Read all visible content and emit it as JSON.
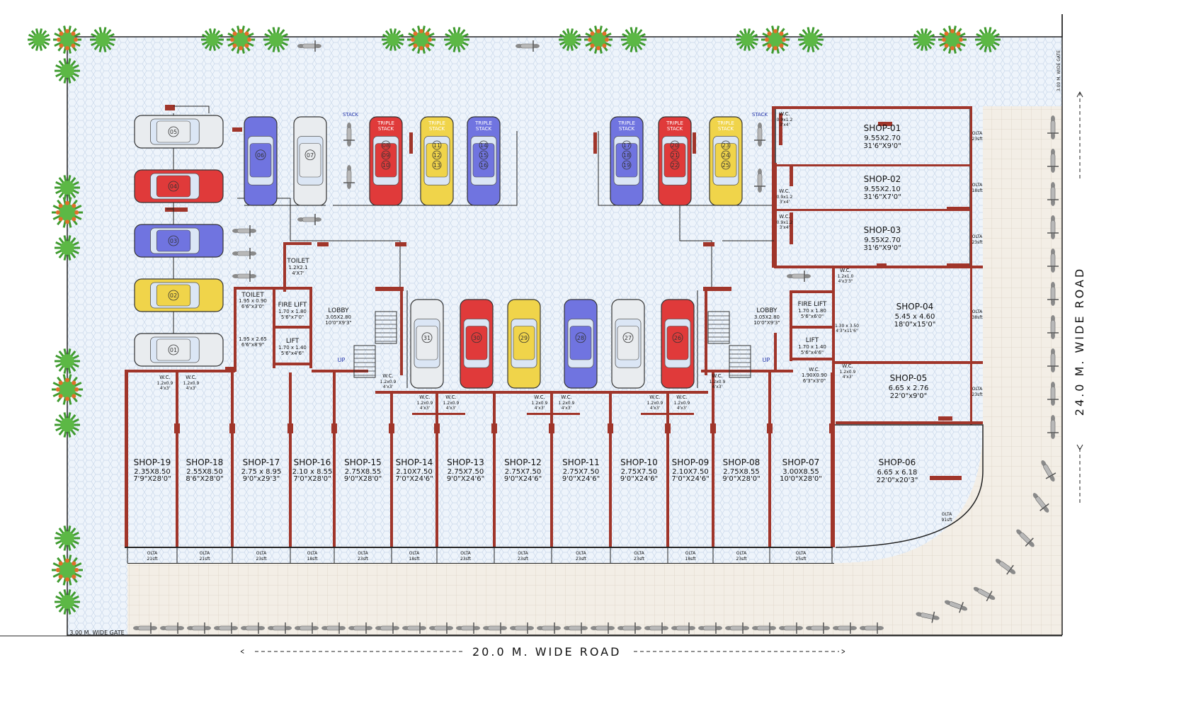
{
  "roads": {
    "bottom": "20.0 M. WIDE ROAD",
    "right": "24.0 M. WIDE ROAD",
    "gate_top": "3.00 M. WIDE GATE",
    "gate_bottom": "3.00 M. WIDE GATE"
  },
  "shops_top": [
    {
      "name": "SHOP-01",
      "dim": "9.55X2.70",
      "ft": "31'6\"X9'0\""
    },
    {
      "name": "SHOP-02",
      "dim": "9.55X2.10",
      "ft": "31'6\"X7'0\""
    },
    {
      "name": "SHOP-03",
      "dim": "9.55X2.70",
      "ft": "31'6\"X9'0\""
    },
    {
      "name": "SHOP-04",
      "dim": "5.45 x 4.60",
      "ft": "18'0\"x15'0\""
    },
    {
      "name": "SHOP-05",
      "dim": "6.65 x 2.76",
      "ft": "22'0\"x9'0\""
    },
    {
      "name": "SHOP-06",
      "dim": "6.65 x 6.18",
      "ft": "22'0\"x20'3\""
    }
  ],
  "shops_bottom": [
    {
      "name": "SHOP-19",
      "dim": "2.35X8.50",
      "ft": "7'9\"X28'0\"",
      "olta": "21sft"
    },
    {
      "name": "SHOP-18",
      "dim": "2.55X8.50",
      "ft": "8'6\"X28'0\"",
      "olta": "21sft"
    },
    {
      "name": "SHOP-17",
      "dim": "2.75 x 8.95",
      "ft": "9'0\"x29'3\"",
      "olta": "23sft"
    },
    {
      "name": "SHOP-16",
      "dim": "2.10 x 8.55",
      "ft": "7'0\"X28'0\"",
      "olta": "18sft"
    },
    {
      "name": "SHOP-15",
      "dim": "2.75X8.55",
      "ft": "9'0\"X28'0\"",
      "olta": "23sft"
    },
    {
      "name": "SHOP-14",
      "dim": "2.10X7.50",
      "ft": "7'0\"X24'6\"",
      "olta": "18sft"
    },
    {
      "name": "SHOP-13",
      "dim": "2.75X7.50",
      "ft": "9'0\"X24'6\"",
      "olta": "23sft"
    },
    {
      "name": "SHOP-12",
      "dim": "2.75X7.50",
      "ft": "9'0\"X24'6\"",
      "olta": "23sft"
    },
    {
      "name": "SHOP-11",
      "dim": "2.75X7.50",
      "ft": "9'0\"X24'6\"",
      "olta": "23sft"
    },
    {
      "name": "SHOP-10",
      "dim": "2.75X7.50",
      "ft": "9'0\"X24'6\"",
      "olta": "23sft"
    },
    {
      "name": "SHOP-09",
      "dim": "2.10X7.50",
      "ft": "7'0\"X24'6\"",
      "olta": "18sft"
    },
    {
      "name": "SHOP-08",
      "dim": "2.75X8.55",
      "ft": "9'0\"X28'0\"",
      "olta": "23sft"
    },
    {
      "name": "SHOP-07",
      "dim": "3.00X8.55",
      "ft": "10'0\"X28'0\"",
      "olta": "25sft"
    }
  ],
  "olta_right": [
    {
      "label": "OLTA",
      "area": "23sft"
    },
    {
      "label": "OLTA",
      "area": "18sft"
    },
    {
      "label": "OLTA",
      "area": "23sft"
    },
    {
      "label": "OLTA",
      "area": "38sft"
    },
    {
      "label": "OLTA",
      "area": "23sft"
    },
    {
      "label": "OLTA",
      "area": "91sft"
    }
  ],
  "rooms": {
    "toilet_a": {
      "label": "TOILET",
      "dim": "1.2X2.1",
      "ft": "4'X7'"
    },
    "toilet_b": {
      "label": "TOILET",
      "dim": "1.95 x 0.90",
      "ft": "6'6\"x3'0\""
    },
    "store_a": {
      "dim": "1.95 x 2.65",
      "ft": "6'6\"x8'9\""
    },
    "firelift_left": {
      "label": "FIRE LIFT",
      "dim": "1.70 x 1.80",
      "ft": "5'6\"x7'0\""
    },
    "lift_left": {
      "label": "LIFT",
      "dim": "1.70 x 1.40",
      "ft": "5'6\"x4'6\""
    },
    "lobby_left": {
      "label": "LOBBY",
      "dim": "3.05X2.80",
      "ft": "10'0\"X9'3\""
    },
    "lobby_right": {
      "label": "LOBBY",
      "dim": "3.05X2.80",
      "ft": "10'0\"X9'3\""
    },
    "firelift_right": {
      "label": "FIRE LIFT",
      "dim": "1.70 x 1.80",
      "ft": "5'6\"x6'0\""
    },
    "lift_right": {
      "label": "LIFT",
      "dim": "1.70 x 1.40",
      "ft": "5'6\"x4'6\""
    },
    "store_b": {
      "dim": "1.30 x 3.50",
      "ft": "4'3\"x11'6\""
    },
    "wc_big": {
      "label": "W.C.",
      "dim": "1.90X0.90",
      "ft": "6'3\"x3'0\""
    },
    "up": "UP",
    "stack": "STACK",
    "triple_stack": "TRIPLE STACK"
  },
  "wc": [
    {
      "label": "W.C.",
      "dim": "0.9x1.2",
      "ft": "3'x4'"
    },
    {
      "label": "W.C.",
      "dim": "0.9x1.2",
      "ft": "3'x4'"
    },
    {
      "label": "W.C.",
      "dim": "0.9x1.2",
      "ft": "3'x4'"
    },
    {
      "label": "W.C.",
      "dim": "1.2x1.0",
      "ft": "4'x3'3\""
    },
    {
      "label": "W.C.",
      "dim": "1.2x0.9",
      "ft": "4'x3'"
    },
    {
      "label": "W.C.",
      "dim": "1.2x0.9",
      "ft": "4'x3'"
    },
    {
      "label": "W.C.",
      "dim": "1.2x0.9",
      "ft": "4'x3'"
    },
    {
      "label": "W.C.",
      "dim": "1.2x0.9",
      "ft": "4'x3'"
    },
    {
      "label": "W.C.",
      "dim": "1.2x0.9",
      "ft": "4'x3'"
    },
    {
      "label": "W.C.",
      "dim": "1.2x0.9",
      "ft": "4'x3'"
    },
    {
      "label": "W.C.",
      "dim": "1.2x0.9",
      "ft": "4'x3'"
    },
    {
      "label": "W.C.",
      "dim": "1.2x0.9",
      "ft": "4'x3'"
    },
    {
      "label": "W.C.",
      "dim": "1.2x0.9",
      "ft": "4'x3'"
    },
    {
      "label": "W.C.",
      "dim": "1.2x0.9",
      "ft": "4'x3'"
    },
    {
      "label": "W.C.",
      "dim": "1.2x0.9",
      "ft": "4'x3'"
    },
    {
      "label": "W.C.",
      "dim": "1.2x0.9",
      "ft": "4'x3'"
    }
  ],
  "cars_side": [
    {
      "num": "05",
      "color": "#e9ecef"
    },
    {
      "num": "04",
      "color": "#e03a3a"
    },
    {
      "num": "03",
      "color": "#7074e0"
    },
    {
      "num": "02",
      "color": "#f0d44a"
    },
    {
      "num": "01",
      "color": "#e9ecef"
    }
  ],
  "cars_top": [
    {
      "nums": [
        "06"
      ],
      "color": "#7074e0"
    },
    {
      "nums": [
        "07"
      ],
      "color": "#e9ecef"
    },
    {
      "nums": [
        "08",
        "09",
        "10"
      ],
      "color": "#e03a3a",
      "triple": true
    },
    {
      "nums": [
        "11",
        "12",
        "13"
      ],
      "color": "#f0d44a",
      "triple": true
    },
    {
      "nums": [
        "14",
        "15",
        "16"
      ],
      "color": "#7074e0",
      "triple": true
    },
    {
      "nums": [
        "17",
        "18",
        "19"
      ],
      "color": "#7074e0",
      "triple": true
    },
    {
      "nums": [
        "20",
        "21",
        "22"
      ],
      "color": "#e03a3a",
      "triple": true
    },
    {
      "nums": [
        "23",
        "24",
        "25"
      ],
      "color": "#f0d44a",
      "triple": true
    }
  ],
  "cars_mid": [
    {
      "num": "31",
      "color": "#e9ecef"
    },
    {
      "num": "30",
      "color": "#e03a3a"
    },
    {
      "num": "29",
      "color": "#f0d44a"
    },
    {
      "num": "28",
      "color": "#7074e0"
    },
    {
      "num": "27",
      "color": "#e9ecef"
    },
    {
      "num": "26",
      "color": "#e03a3a"
    }
  ],
  "colors": {
    "wall": "#a0352a",
    "paving": "#eef4fb",
    "sidewalk": "#f1ece4"
  }
}
